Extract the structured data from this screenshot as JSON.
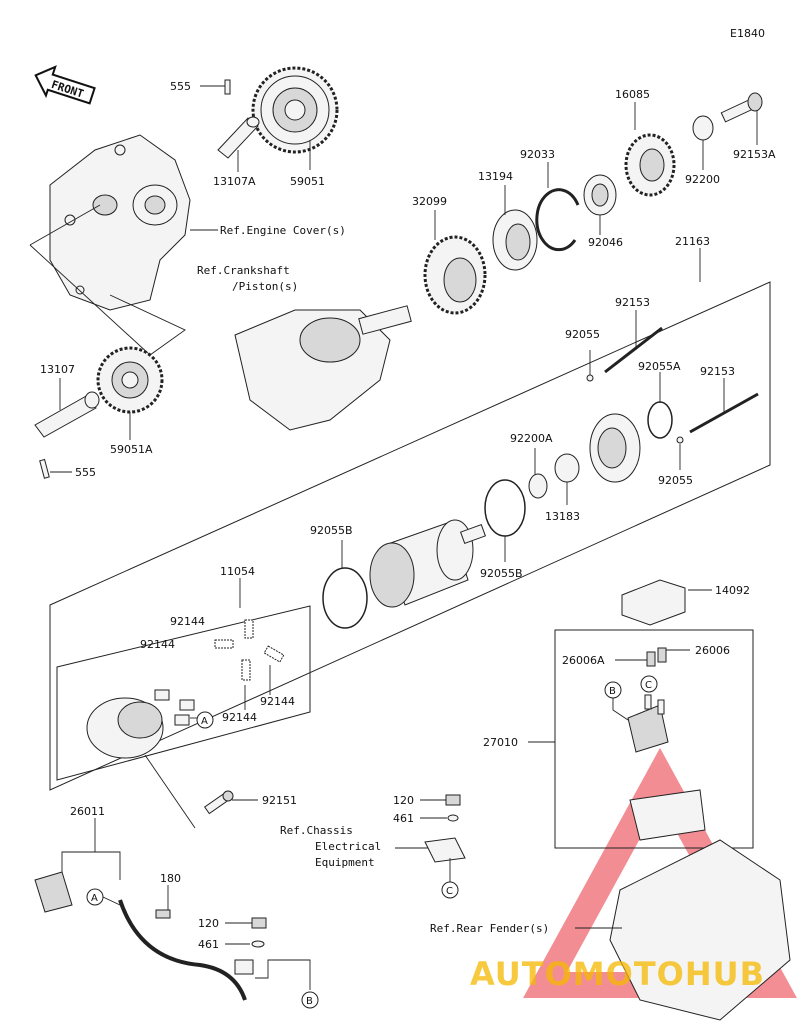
{
  "diagram_code": "E1840",
  "front_label": "FRONT",
  "parts": {
    "p555a": "555",
    "p13107a": "13107A",
    "p59051": "59051",
    "p16085": "16085",
    "p92153a": "92153A",
    "p92200": "92200",
    "p92033": "92033",
    "p13194": "13194",
    "p32099": "32099",
    "p92046": "92046",
    "p21163": "21163",
    "p13107": "13107",
    "p59051a": "59051A",
    "p555b": "555",
    "p92153_1": "92153",
    "p92055_1": "92055",
    "p92055a": "92055A",
    "p92153_2": "92153",
    "p92200a": "92200A",
    "p92055_2": "92055",
    "p13183": "13183",
    "p92055b_1": "92055B",
    "p92055b_2": "92055B",
    "p11054": "11054",
    "p92144_1": "92144",
    "p92144_2": "92144",
    "p92144_3": "92144",
    "p92144_4": "92144",
    "p14092": "14092",
    "p26006a": "26006A",
    "p26006": "26006",
    "p27010": "27010",
    "p92151": "92151",
    "p26011": "26011",
    "p180": "180",
    "p120_1": "120",
    "p461_1": "461",
    "p120_2": "120",
    "p461_2": "461"
  },
  "refs": {
    "engine_cover": "Ref.Engine Cover(s)",
    "crankshaft_1": "Ref.Crankshaft",
    "crankshaft_2": "/Piston(s)",
    "chassis_1": "Ref.Chassis",
    "chassis_2": "Electrical",
    "chassis_3": "Equipment",
    "rear_fender": "Ref.Rear Fender(s)"
  },
  "callouts": {
    "a1": "A",
    "a2": "A",
    "b1": "B",
    "b2": "B",
    "c1": "C",
    "c2": "C"
  },
  "watermark": "AUTOMOTOHUB",
  "colors": {
    "watermark_red": "#e8323c",
    "watermark_yellow": "#f5b800",
    "line": "#222222"
  }
}
